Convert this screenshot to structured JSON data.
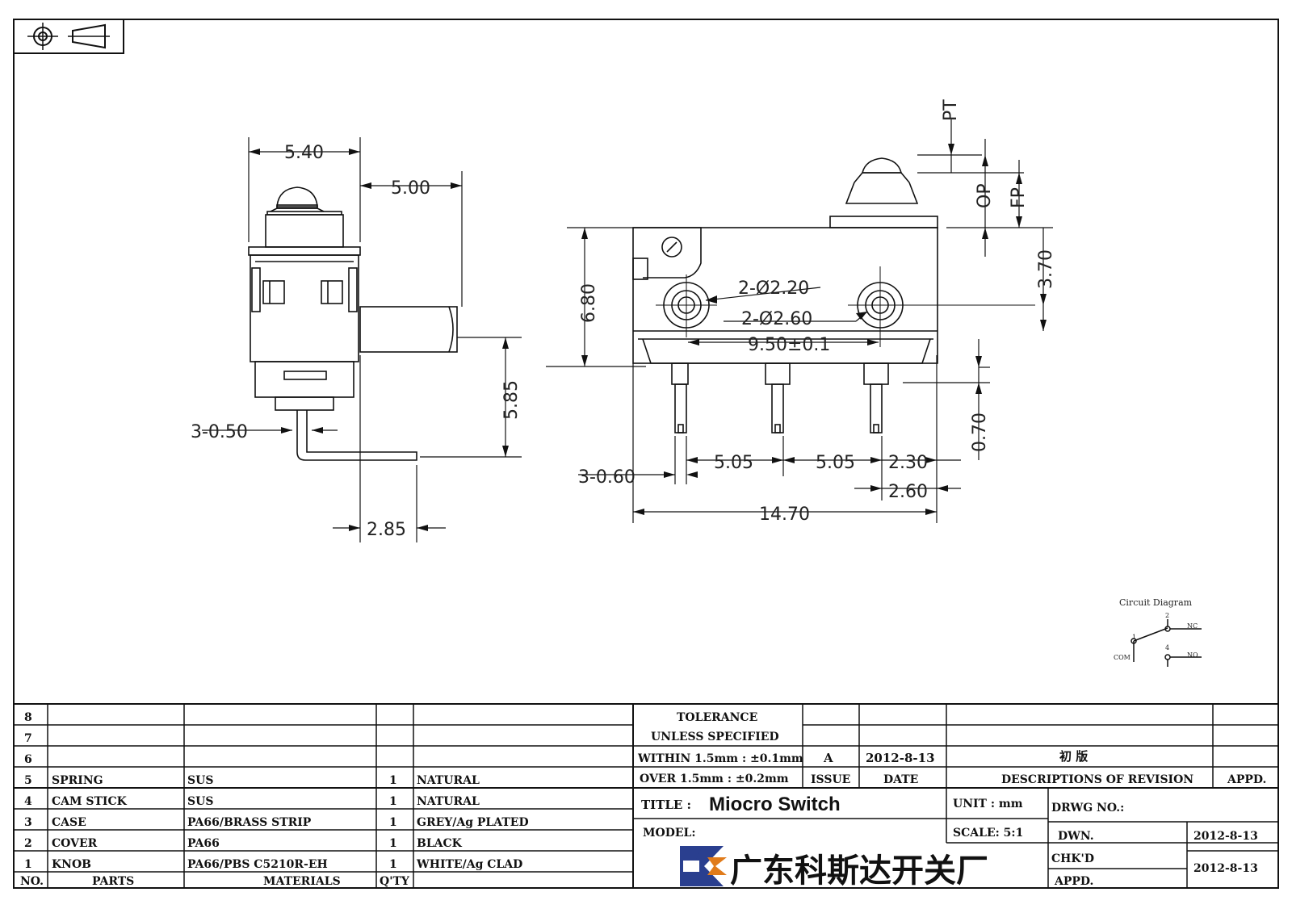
{
  "dimensions": {
    "side_width": "5.40",
    "side_offset": "5.00",
    "side_height": "5.85",
    "side_pin": "3-0.50",
    "side_bottom": "2.85",
    "pt": "PT",
    "op": "OP",
    "fp": "FP",
    "front_height": "6.80",
    "front_top": "3.70",
    "hole_small": "2-Ø2.20",
    "hole_large": "2-Ø2.60",
    "hole_pitch": "9.50±0.1",
    "pin_len": "0.70",
    "pin_width": "3-0.60",
    "pitch_a": "5.05",
    "pitch_b": "5.05",
    "pin_off1": "2.30",
    "pin_off2": "2.60",
    "total_width": "14.70"
  },
  "circuit": {
    "title": "Circuit Diagram",
    "pin1": "1",
    "pin2": "2",
    "pin4": "4",
    "com": "COM",
    "nc": "NC",
    "no": "NO"
  },
  "bom": {
    "rows": [
      {
        "no": "8",
        "part": "",
        "material": "",
        "qty": "",
        "finish": ""
      },
      {
        "no": "7",
        "part": "",
        "material": "",
        "qty": "",
        "finish": ""
      },
      {
        "no": "6",
        "part": "",
        "material": "",
        "qty": "",
        "finish": ""
      },
      {
        "no": "5",
        "part": "SPRING",
        "material": "SUS",
        "qty": "1",
        "finish": "NATURAL"
      },
      {
        "no": "4",
        "part": "CAM STICK",
        "material": "SUS",
        "qty": "1",
        "finish": "NATURAL"
      },
      {
        "no": "3",
        "part": "CASE",
        "material": "PA66/BRASS STRIP",
        "qty": "1",
        "finish": "GREY/Ag PLATED"
      },
      {
        "no": "2",
        "part": "COVER",
        "material": "PA66",
        "qty": "1",
        "finish": "BLACK"
      },
      {
        "no": "1",
        "part": "KNOB",
        "material": "PA66/PBS C5210R-EH",
        "qty": "1",
        "finish": "WHITE/Ag CLAD"
      }
    ],
    "header_no": "NO.",
    "header_parts": "PARTS",
    "header_materials": "MATERIALS",
    "header_qty": "Q'TY"
  },
  "titleblock": {
    "tolerance1": "TOLERANCE",
    "tolerance2": "UNLESS  SPECIFIED",
    "within": "WITHIN 1.5mm : ±0.1mm",
    "over": "OVER 1.5mm : ±0.2mm",
    "issue_val": "A",
    "date_val": "2012-8-13",
    "revision_val": "初  版",
    "issue": "ISSUE",
    "date": "DATE",
    "descriptions": "DESCRIPTIONS  OF  REVISION",
    "appd": "APPD.",
    "title_label": "TITLE :",
    "title_value": "Miocro Switch",
    "unit": "UNIT :  mm",
    "drwg_no": "DRWG NO.:",
    "model": "MODEL:",
    "scale": "SCALE:  5:1",
    "dwn": "DWN.",
    "dwn_date": "2012-8-13",
    "chkd": "CHK'D",
    "chkd_date": "2012-8-13",
    "appd2": "APPD.",
    "company": "广东科斯达开关厂"
  },
  "colors": {
    "line": "#111111",
    "logo_blue": "#2a3f8f",
    "logo_orange": "#e07b1a"
  }
}
